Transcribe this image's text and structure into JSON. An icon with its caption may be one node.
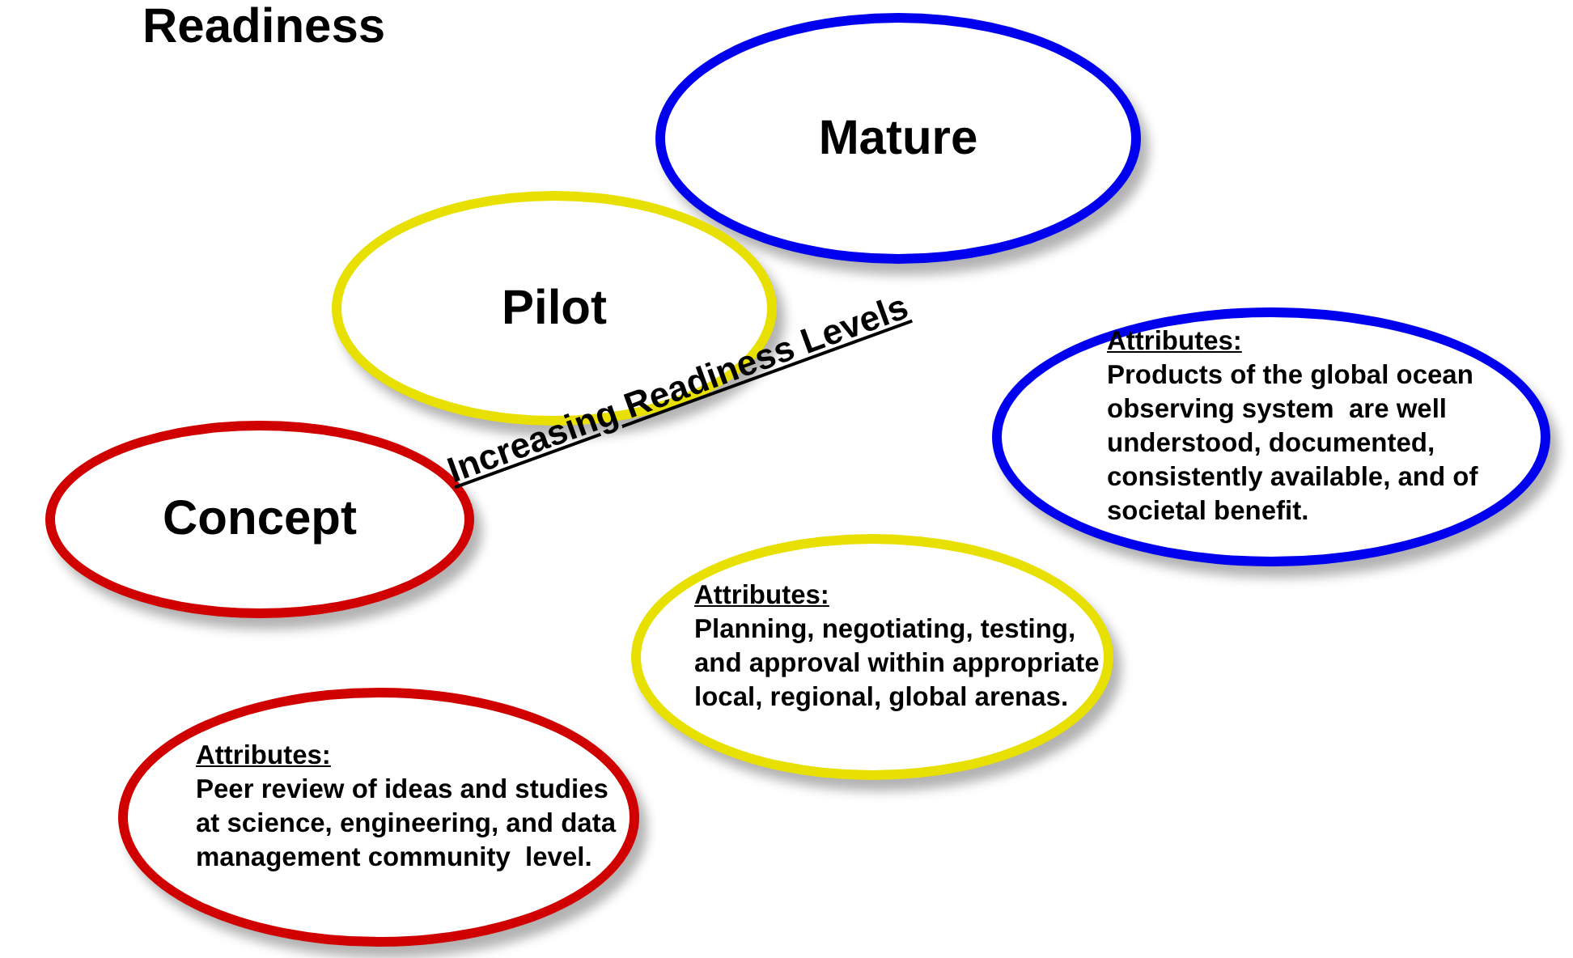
{
  "diagram": {
    "title": "Readiness",
    "nodes": [
      {
        "text": [
          "Mature"
        ]
      },
      {
        "text": [
          "Pilot"
        ]
      },
      {
        "text": [
          "Attributes:",
          "Products of the global ocean observing system  are well understood, documented, consistently available, and of societal benefit."
        ]
      },
      {
        "text": [
          "Concept"
        ]
      },
      {
        "text": [
          "Attributes:",
          "Planning, negotiating, testing, and approval within appropriate local, regional, global arenas."
        ]
      },
      {
        "text": [
          "Attributes:",
          "Peer review of ideas and studies at science, engineering, and data management community  level."
        ]
      }
    ],
    "edges": [],
    "labels": [
      "Increasing Readiness Levels"
    ]
  }
}
